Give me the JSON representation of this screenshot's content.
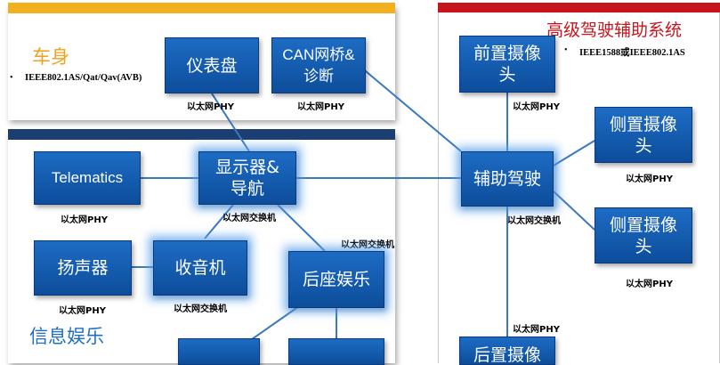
{
  "colors": {
    "body_bar": "#f2b01e",
    "infotainment_bar": "#1b3f73",
    "adas_bar": "#c8141c",
    "node_blue": "#1d6cc4",
    "line_blue": "#3b78c0",
    "title_orange": "#f0a21c",
    "title_red": "#c8141c",
    "title_blue": "#1f6fc4"
  },
  "domains": {
    "body": {
      "title": "车身",
      "note": "IEEE802.1AS/Qat/Qav(AVB)"
    },
    "infotainment": {
      "title": "信息娱乐"
    },
    "adas": {
      "title": "高级驾驶辅助系统",
      "note": "IEEE1588或IEEE802.1AS"
    }
  },
  "bullet_glyph": "•",
  "nodes": {
    "cluster": "仪表盘",
    "can_bridge": "CAN网桥&\n诊断",
    "telematics": "Telematics",
    "display": "显示器&\n导航",
    "speaker": "扬声器",
    "radio": "收音机",
    "rear_ent": "后座娱乐",
    "front_cam": "前置摄像\n头",
    "adas_ctrl": "辅助驾驶",
    "side_cam_1": "侧置摄像\n头",
    "side_cam_2": "侧置摄像\n头",
    "rear_cam": "后置摄像"
  },
  "labels": {
    "cluster": "以太网PHY",
    "can_bridge": "以太网PHY",
    "telematics": "以太网PHY",
    "display": "以太网交换机",
    "rear_ent": "以太网交换机",
    "speaker": "以太网PHY",
    "radio": "以太网交换机",
    "front_cam": "以太网PHY",
    "side_cam_1": "以太网PHY",
    "adas_ctrl": "以太网交换机",
    "side_cam_2": "以太网PHY",
    "rear_cam": "以太网PHY"
  }
}
